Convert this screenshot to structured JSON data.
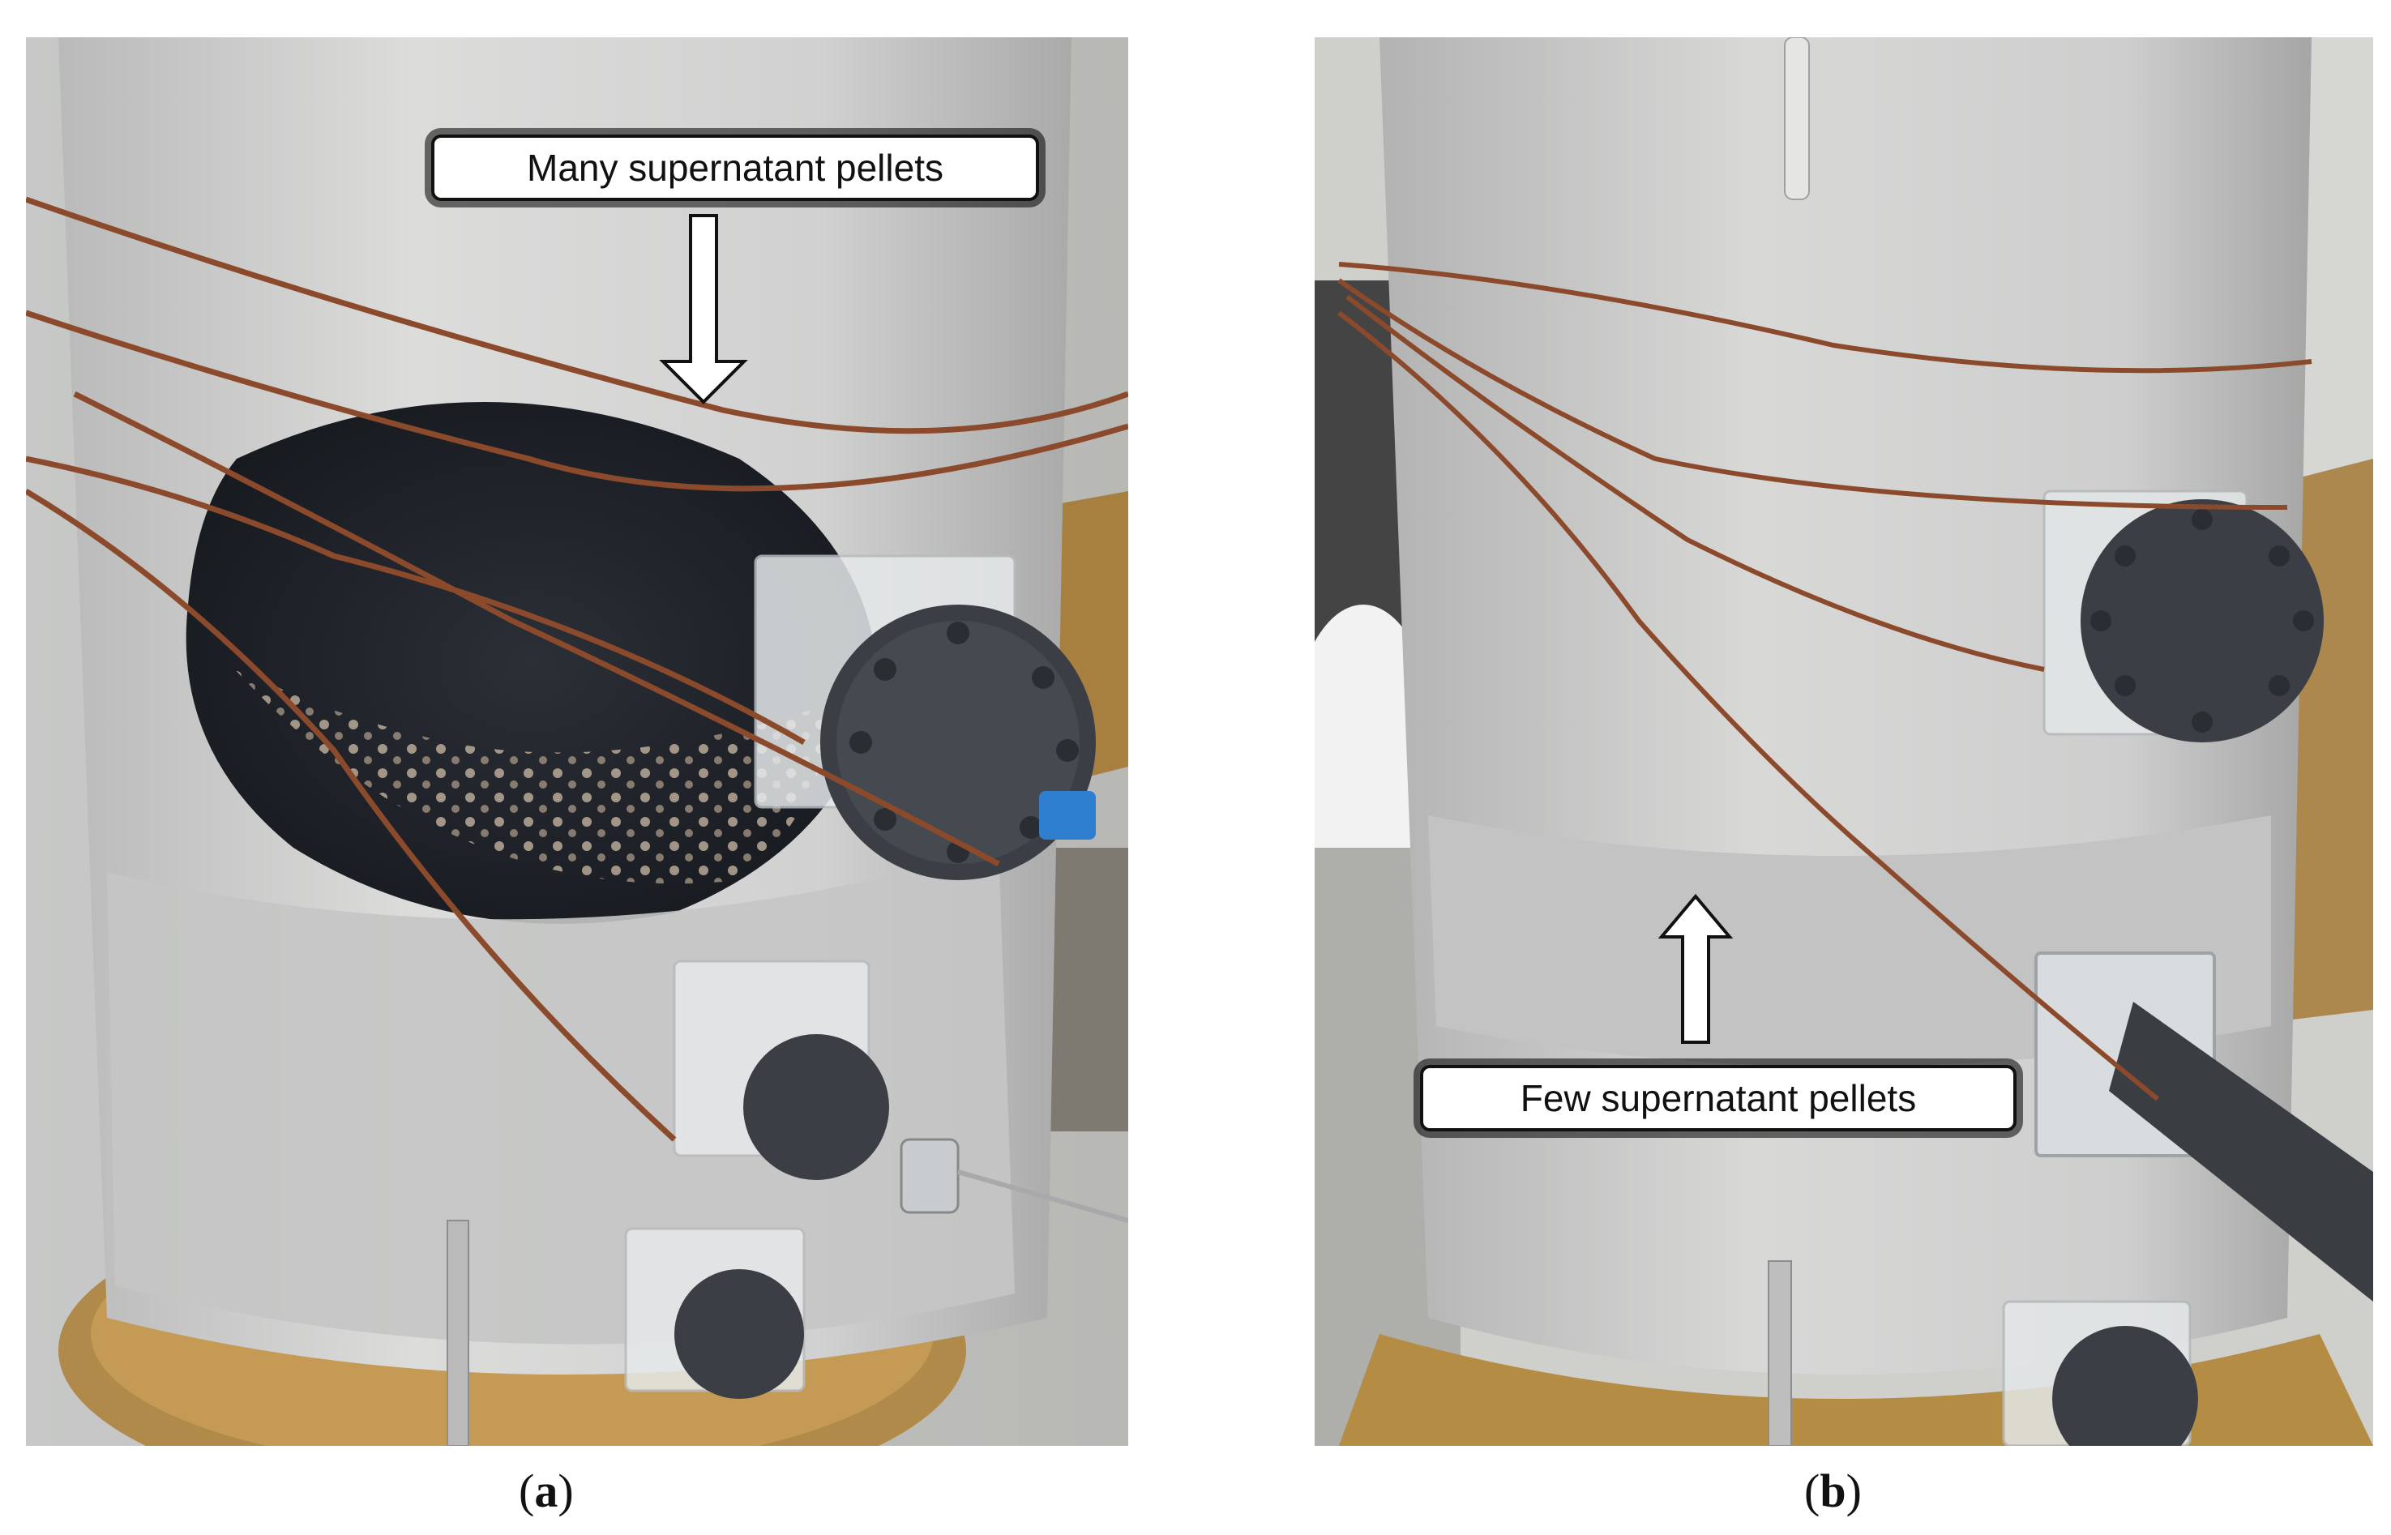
{
  "figure": {
    "panels": [
      {
        "id": "a",
        "callout": "Many supernatant pellets",
        "label_open": "(",
        "label_letter": "a",
        "label_close": ")"
      },
      {
        "id": "b",
        "callout": "Few supernatant pellets",
        "label_open": "(",
        "label_letter": "b",
        "label_close": ")"
      }
    ]
  },
  "colors": {
    "background": "#ffffff",
    "column_wall": "#cfd0cf",
    "pellet_dark": "#22262c",
    "copper_wire": "#8b4a2b",
    "flange_dark": "#3b3f45",
    "wood": "#a7803f"
  }
}
